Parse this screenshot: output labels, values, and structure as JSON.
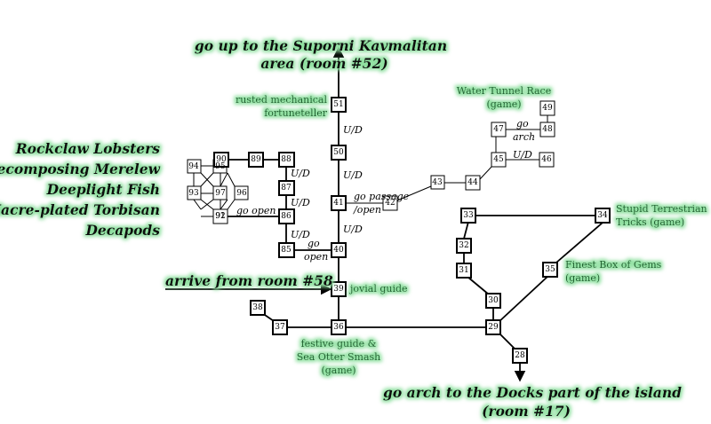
{
  "rooms": {
    "r51": "51",
    "r50": "50",
    "r41": "41",
    "r40": "40",
    "r39": "39",
    "r36": "36",
    "r37": "37",
    "r38": "38",
    "r85": "85",
    "r86": "86",
    "r87": "87",
    "r88": "88",
    "r89": "89",
    "r90": "90",
    "r91": "91",
    "r92": "92",
    "r93": "93",
    "r94": "94",
    "r95": "95",
    "r96": "96",
    "r97": "97",
    "r42": "42",
    "r43": "43",
    "r44": "44",
    "r45": "45",
    "r46": "46",
    "r47": "47",
    "r48": "48",
    "r49": "49",
    "r33": "33",
    "r34": "34",
    "r32": "32",
    "r31": "31",
    "r35": "35",
    "r30": "30",
    "r29": "29",
    "r28": "28"
  },
  "edge_labels": {
    "ud_51_50": "U/D",
    "ud_50_41": "U/D",
    "ud_41_40": "U/D",
    "ud_88_87": "U/D",
    "ud_87_86": "U/D",
    "ud_86_85": "U/D",
    "ud_45_46": "U/D",
    "go_open_91_86": "go open",
    "go_85_40": "go",
    "open_85_40": "open",
    "go_passage": "go passage",
    "open_passage": "/open",
    "go_47_48": "go",
    "arch_47_48": "arch"
  },
  "headings": {
    "top_line1": "go up to the Suporni Kavmalitan",
    "top_line2": "area (room #52)",
    "arrive": "arrive from room #58",
    "bottom_line1": "go arch to the Docks part of the island",
    "bottom_line2": "(room #17)"
  },
  "fish_list": [
    "Rockclaw Lobsters",
    "Decomposing Merelew",
    "Deeplight Fish",
    "Nacre-plated Torbisan",
    "Decapods"
  ],
  "notes": {
    "fortuneteller_1": "rusted mechanical",
    "fortuneteller_2": "fortuneteller",
    "water_race_1": "Water Tunnel Race",
    "water_race_2": "(game)",
    "jovial": "jovial guide",
    "festive_1": "festive guide &",
    "festive_2": "Sea Otter Smash",
    "festive_3": "(game)",
    "stupid_1": "Stupid Terrestrian",
    "stupid_2": "Tricks (game)",
    "gems_1": "Finest Box of Gems",
    "gems_2": "(game)"
  },
  "colors": {
    "note_text": "#1e5e2e",
    "note_glow": "#8fe0a0"
  }
}
